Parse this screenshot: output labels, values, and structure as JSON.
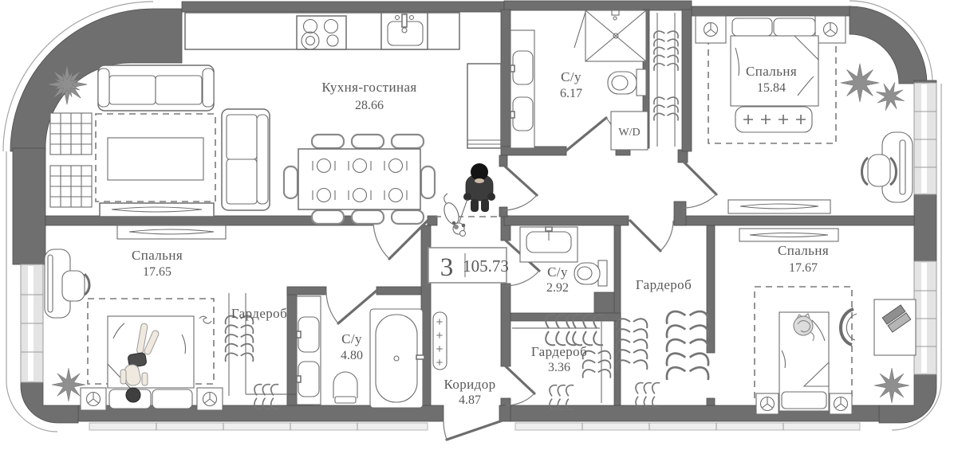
{
  "badge": {
    "rooms_count": "3",
    "total_area": "105.73"
  },
  "rooms": {
    "kitchen_living": {
      "name": "Кухня-гостиная",
      "area": "28.66"
    },
    "bathroom_top": {
      "name": "С/у",
      "area": "6.17"
    },
    "bedroom_top_right": {
      "name": "Спальня",
      "area": "15.84"
    },
    "bedroom_left": {
      "name": "Спальня",
      "area": "17.65"
    },
    "bathroom_middle": {
      "name": "С/у",
      "area": "2.92"
    },
    "wardrobe_right": {
      "name": "Гардероб"
    },
    "bedroom_bottom_right": {
      "name": "Спальня",
      "area": "17.67"
    },
    "wardrobe_middle": {
      "name": "Гардероб",
      "area": "3.36"
    },
    "bathroom_bottom": {
      "name": "С/у",
      "area": "4.80"
    },
    "corridor": {
      "name": "Коридор",
      "area": "4.87"
    },
    "wardrobe_left": {
      "name": "Гардероб"
    }
  },
  "fixtures": {
    "washer_dryer_label": "W/D"
  },
  "colors": {
    "wall": "#6f6f6f",
    "furniture_line": "#6d6d6d",
    "window_fill": "#e4e4e4",
    "label_text": "#585858",
    "figure_dark": "#3c3c3c"
  }
}
